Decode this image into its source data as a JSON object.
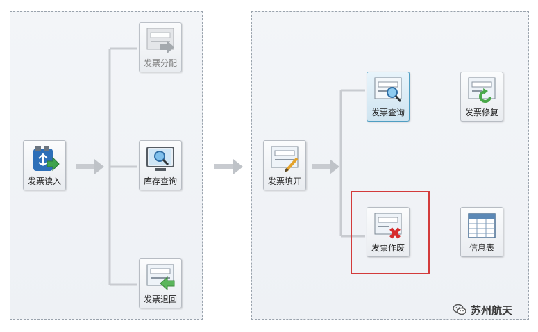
{
  "tiles": {
    "invoice_read": {
      "label": "发票读入",
      "icon": "usb-import-icon"
    },
    "invoice_allocate": {
      "label": "发票分配",
      "icon": "invoice-distribute-icon"
    },
    "stock_query": {
      "label": "库存查询",
      "icon": "monitor-search-icon"
    },
    "invoice_return": {
      "label": "发票退回",
      "icon": "invoice-return-icon"
    },
    "invoice_fill": {
      "label": "发票填开",
      "icon": "invoice-edit-icon"
    },
    "invoice_query": {
      "label": "发票查询",
      "icon": "invoice-search-icon"
    },
    "invoice_repair": {
      "label": "发票修复",
      "icon": "invoice-repair-icon"
    },
    "invoice_void": {
      "label": "发票作废",
      "icon": "invoice-void-icon"
    },
    "info_table": {
      "label": "信息表",
      "icon": "table-icon"
    }
  },
  "watermark": {
    "text": "苏州航天",
    "icon": "wechat-icon"
  },
  "colors": {
    "connector": "#c8cbd0",
    "highlight": "#d33b3b",
    "selected_border": "#4f9ec2"
  }
}
